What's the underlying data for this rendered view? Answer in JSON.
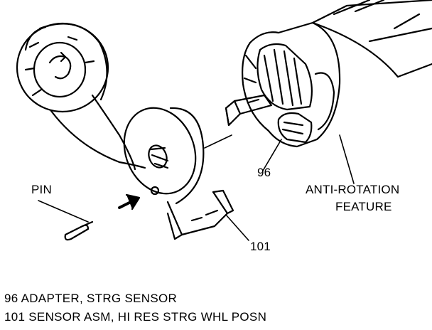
{
  "callouts": {
    "pin": "PIN",
    "adapter_ref": "96",
    "anti_rotation_line1": "ANTI-ROTATION",
    "anti_rotation_line2": "FEATURE",
    "sensor_ref": "101"
  },
  "legend": [
    "96 ADAPTER, STRG SENSOR",
    "101 SENSOR ASM, HI RES STRG WHL POSN"
  ]
}
